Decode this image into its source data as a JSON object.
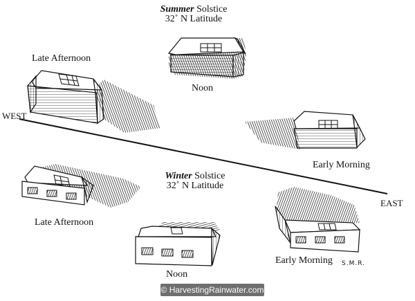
{
  "summer": {
    "title_bold": "Summer",
    "title_rest": " Solstice",
    "latitude": "32˚ N Latitude",
    "late_afternoon": "Late Afternoon",
    "noon": "Noon",
    "early_morning": "Early Morning"
  },
  "winter": {
    "title_bold": "Winter",
    "title_rest": " Solstice",
    "latitude": "32˚ N Latitude",
    "late_afternoon": "Late Afternoon",
    "noon": "Noon",
    "early_morning": "Early Morning"
  },
  "axis": {
    "west": "WEST",
    "east": "EAST"
  },
  "signature": "S.M.R.",
  "credit": "© HarvestingRainwater.com"
}
